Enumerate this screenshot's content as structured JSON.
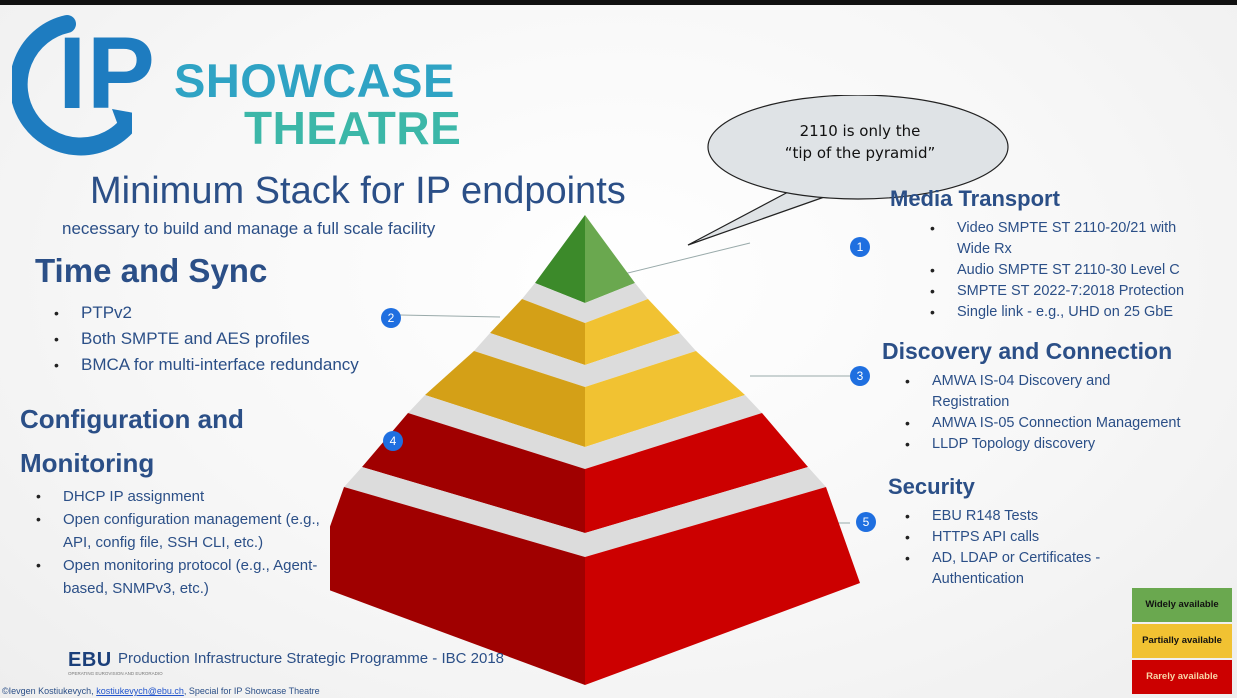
{
  "logo": {
    "letters": "IP",
    "word1": "SHOWCASE",
    "word2": "THEATRE"
  },
  "title": "Minimum Stack for IP endpoints",
  "subtitle": "necessary to build and manage a full scale facility",
  "callout": {
    "line1": "2110 is only the",
    "line2": "“tip of the pyramid”"
  },
  "left": {
    "time_sync": {
      "heading": "Time and Sync",
      "items": [
        "PTPv2",
        "Both SMPTE and AES profiles",
        "BMCA for multi-interface redundancy"
      ]
    },
    "config": {
      "heading1": "Configuration and",
      "heading2": "Monitoring",
      "items": [
        {
          "line1": "DHCP IP assignment",
          "line2": ""
        },
        {
          "line1": "Open configuration management (e.g.,",
          "line2": "API, config file, SSH CLI, etc.)"
        },
        {
          "line1": "Open monitoring protocol (e.g., Agent-",
          "line2": "based, SNMPv3, etc.)"
        }
      ]
    }
  },
  "right": {
    "media": {
      "heading": "Media Transport",
      "items": [
        {
          "line1": "Video SMPTE ST 2110-20/21 with",
          "line2": "Wide Rx"
        },
        {
          "line1": "Audio SMPTE ST 2110-30 Level C",
          "line2": ""
        },
        {
          "line1": "SMPTE ST 2022-7:2018 Protection",
          "line2": ""
        },
        {
          "line1": "Single link - e.g., UHD on 25 GbE",
          "line2": ""
        }
      ]
    },
    "discovery": {
      "heading": "Discovery and Connection",
      "items": [
        {
          "line1": "AMWA IS-04 Discovery and",
          "line2": "Registration"
        },
        {
          "line1": "AMWA IS-05 Connection Management",
          "line2": ""
        },
        {
          "line1": "LLDP Topology discovery",
          "line2": ""
        }
      ]
    },
    "security": {
      "heading": "Security",
      "items": [
        {
          "line1": "EBU R148 Tests",
          "line2": ""
        },
        {
          "line1": "HTTPS API calls",
          "line2": ""
        },
        {
          "line1": "AD, LDAP or Certificates -",
          "line2": "Authentication"
        }
      ]
    }
  },
  "badges": [
    "1",
    "2",
    "3",
    "4",
    "5"
  ],
  "legend": [
    {
      "label": "Widely available",
      "color": "#6aa84f"
    },
    {
      "label": "Partially available",
      "color": "#f1c232"
    },
    {
      "label": "Rarely available",
      "color": "#cc0000"
    }
  ],
  "pyramid_colors": {
    "green": "#6aa84f",
    "yellow": "#f1c232",
    "red": "#cc0000"
  },
  "footer": {
    "org": "EBU",
    "org_tagline": "OPERATING EUROVISION AND EURORADIO",
    "text": "Production Infrastructure Strategic Programme - IBC 2018"
  },
  "copyright": {
    "author": "©Ievgen Kostiukevych, ",
    "email": "kostiukevych@ebu.ch",
    "suffix": ", Special for IP Showcase Theatre"
  }
}
